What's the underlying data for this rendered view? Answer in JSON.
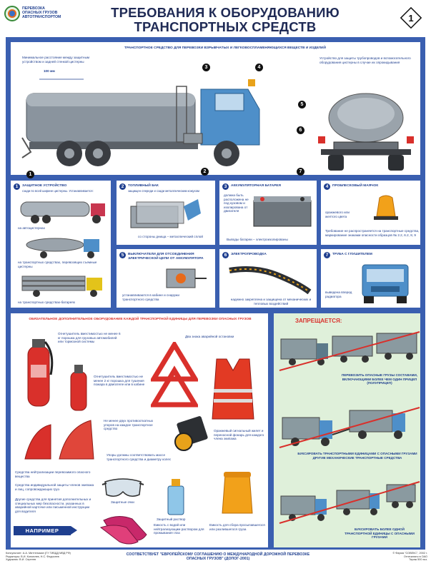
{
  "header": {
    "logo_text": [
      "ПЕРЕВОЗКА",
      "ОПАСНЫХ ГРУЗОВ",
      "АВТОТРАНСПОРТОМ"
    ],
    "title_line1": "ТРЕБОВАНИЯ К ОБОРУДОВАНИЮ",
    "title_line2": "ТРАНСПОРТНЫХ СРЕДСТВ",
    "sheet_number": "1"
  },
  "top_panel": {
    "title": "ТРАНСПОРТНОЕ СРЕДСТВО ДЛЯ ПЕРЕВОЗКИ ВЗРЫВЧАТЫХ И ЛЕГКОВОСПЛАМЕНЯЮЩИХСЯ ВЕЩЕСТВ И ИЗДЕЛИЙ",
    "note_left": "Минимальное расстояние между защитным устройством и задней стенкой цистерны",
    "dimension": "100 мм",
    "note_right": "Устройство для защиты трубопроводов и вспомогательного оборудования цистерны в случае их опрокидывания",
    "callouts": [
      "1",
      "2",
      "3",
      "4",
      "5",
      "6",
      "7"
    ]
  },
  "sections": {
    "s1": {
      "num": "1",
      "title": "ЗАЩИТНОЕ УСТРОЙСТВО",
      "sub": "сзади по всей ширине цистерны. Устанавливается:",
      "items": [
        "на автоцистернах",
        "на транспортных средствах, перевозящих съемные цистерны",
        "на транспортных средствах-батареях"
      ]
    },
    "s2": {
      "num": "2",
      "title": "ТОПЛИВНЫЙ БАК",
      "sub": "защищен спереди и сзади металлическим кожухом",
      "note": "со стороны днища – металлический сплой"
    },
    "s3": {
      "num": "3",
      "title": "АККУМУЛЯТОРНАЯ БАТАРЕЯ",
      "sub": "должна быть расположена не под кузовом и изолирована от двигателя",
      "note": "Выводы батареи – электроизолированы"
    },
    "s4": {
      "num": "4",
      "title": "ПРОБЛЕСКОВЫЙ МАЯЧОК",
      "sub": "оранжевого или желтого цвета",
      "note": "Требование не распространяется на транспортные средства, маркирование знаками опасности образцов № 2.2, 6.2, 8, 9"
    },
    "s5": {
      "num": "5",
      "title": "ВЫКЛЮЧАТЕЛИ для отсоединения электрической цепи от аккумулятора",
      "note": "устанавливаются в кабине и снаружи транспортного средства"
    },
    "s6": {
      "num": "6",
      "title": "ЭЛЕКТРОПРОВОДКА",
      "note": "надежно закреплена и защищена от механических и тепловых воздействий"
    },
    "s7": {
      "num": "7",
      "title": "ТРУБА С ГЛУШИТЕЛЕМ",
      "note": "выведена вперед радиатора"
    }
  },
  "equipment": {
    "title": "ОБЯЗАТЕЛЬНОЕ ДОПОЛНИТЕЛЬНОЕ ОБОРУДОВАНИЕ КАЖДОЙ ТРАНСПОРТНОЙ ЕДИНИЦЫ ДЛЯ ПЕРЕВОЗКИ ОПАСНЫХ ГРУЗОВ",
    "extinguisher_note": "Огнетушитель вместимостью не менее 6 кг порошка для грузовых автомобилей или тормозной системы",
    "extinguisher2_note": "Огнетушитель вместимостью не менее 2 кг порошка для тушения пожара в двигателе или в кабине",
    "triangles_note": "Два знака аварийной остановки",
    "chocks_note": "Не менее двух противооткатных упоров на каждое транспортное средство",
    "chocks_note2": "Упоры должны соответствовать массе транспортного средства и диаметру колес",
    "vest_note": "Оранжевый сигнальный жилет и переносной фонарь для каждого члена экипажа",
    "list": [
      "Средства нейтрализации перевозимого опасного вещества",
      "Средства индивидуальной защиты членов экипажа и лиц, сопровождающих груз",
      "Другие средства для принятия дополнительных и специальных мер безопасности, указанных в аварийной карточке или письменной инструкции для водителя"
    ],
    "example_button": "НАПРИМЕР",
    "goggles_label": "Защитные очки",
    "bottle_label": "Защитный раствор",
    "bottle_note": "Емкость с водой или нейтрализующим раствором для промывания глаз",
    "bin_note": "Емкость для сбора просыпавшегося или разлившегося груза"
  },
  "prohibited": {
    "title": "ЗАПРЕЩАЕТСЯ:",
    "items": [
      "ПЕРЕВОЗИТЬ ОПАСНЫЕ ГРУЗЫ СОСТАВАМИ, ВКЛЮЧАЮЩИМИ БОЛЕЕ ЧЕМ ОДИН ПРИЦЕП (ПОЛУПРИЦЕП)",
      "БУКСИРОВАТЬ ТРАНСПОРТНЫМИ ЕДИНИЦАМИ С ОПАСНЫМИ ГРУЗАМИ ДРУГИЕ МЕХАНИЧЕСКИЕ ТРАНСПОРТНЫЕ СРЕДСТВА",
      "БУКСИРОВАТЬ БОЛЕЕ ОДНОЙ ТРАНСПОРТНОЙ ЕДИНИЦЫ С ОПАСНЫМИ ГРУЗАМИ"
    ]
  },
  "footer": {
    "left": [
      "Консультант: А.А. Миттельман (ГУ ГИБДД МВД РФ)",
      "Редакторы: В.И. Коноплев, Н.С. Федосеев",
      "Художник: В.И. Сергеев"
    ],
    "center": "СООТВЕТСТВУЕТ \"ЕВРОПЕЙСКОМУ СОГЛАШЕНИЮ О МЕЖДУНАРОДНОЙ ДОРОЖНОЙ ПЕРЕВОЗКЕ ОПАСНЫХ ГРУЗОВ\" (ДОПОГ-2001)",
    "right": [
      "© Фирма \"СОВЕКС\", 2002 г.",
      "Отпечатано в ОАО",
      "Тираж 500 экз."
    ]
  },
  "colors": {
    "blue": "#1f3f8f",
    "panel_border": "#3a5fb0",
    "bg_green": "#dff0da",
    "red": "#d9302b"
  }
}
